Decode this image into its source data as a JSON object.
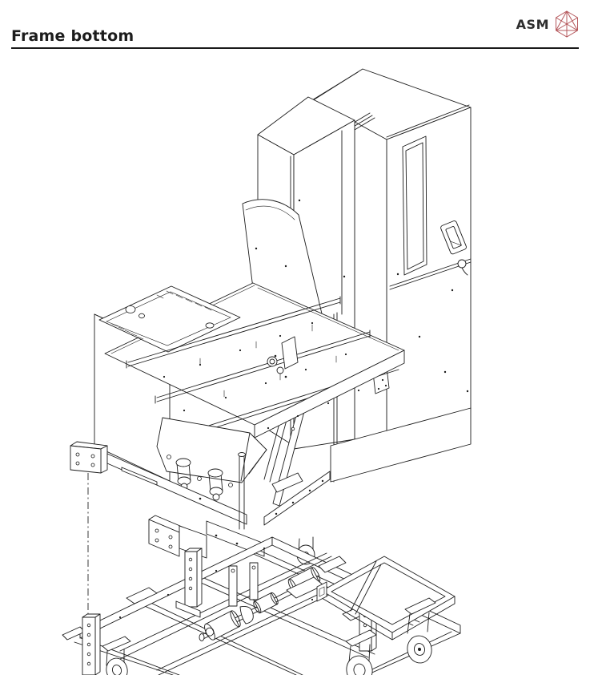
{
  "header": {
    "title": "Frame bottom",
    "logo_text": "ASM"
  },
  "colors": {
    "ink": "#1c1c1c",
    "accent": "#b5585c",
    "paper": "#ffffff",
    "rule": "#1a1a1a"
  },
  "figure": {
    "alt": "Isometric exploded line drawing of a placement machine raised above its wheeled frame-bottom trolley; a vertical dash-dot centre line links the machine's left mounting bracket to the trolley's left post."
  }
}
